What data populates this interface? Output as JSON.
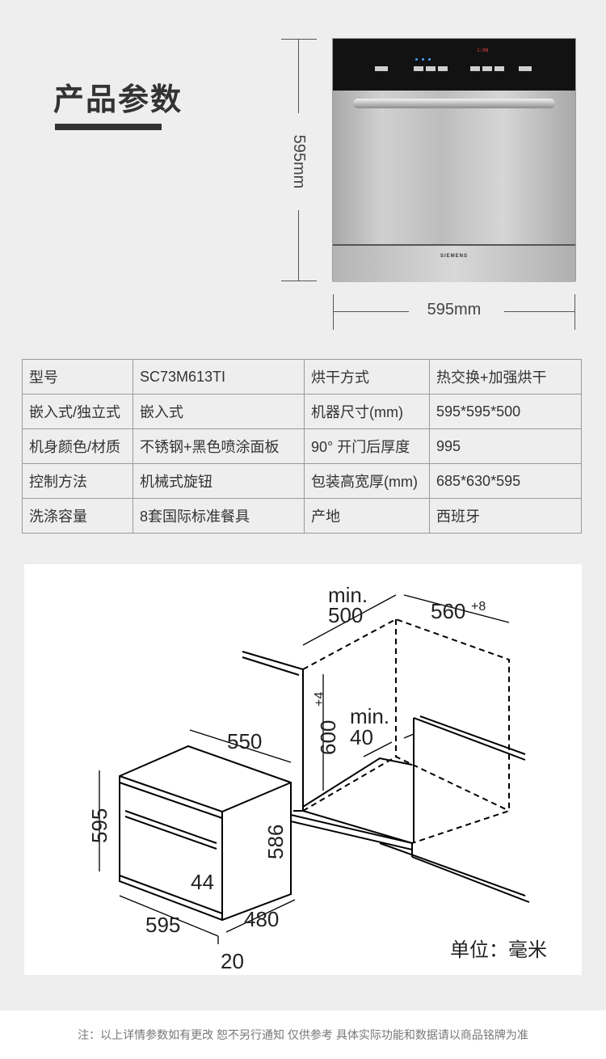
{
  "section_title": "产品参数",
  "dimensions": {
    "height": "595mm",
    "width": "595mm"
  },
  "appliance": {
    "brand": "SIEMENS",
    "display": "1:08"
  },
  "specs": [
    [
      "型号",
      "SC73M613TI",
      "烘干方式",
      "热交换+加强烘干"
    ],
    [
      "嵌入式/独立式",
      "嵌入式",
      "机器尺寸(mm)",
      "595*595*500"
    ],
    [
      "机身颜色/材质",
      "不锈钢+黑色喷涂面板",
      "90° 开门后厚度",
      "995"
    ],
    [
      "控制方法",
      "机械式旋钮",
      "包装高宽厚(mm)",
      "685*630*595"
    ],
    [
      "洗涤容量",
      "8套国际标准餐具",
      "产地",
      "西班牙"
    ]
  ],
  "diagram": {
    "min500": [
      "min.",
      "500"
    ],
    "w560": "560",
    "w560_sup": "+8",
    "h600": "600",
    "h600_sup": "+4",
    "min40": [
      "min.",
      "40"
    ],
    "d550": "550",
    "h595": "595",
    "h586": "586",
    "d44": "44",
    "w595": "595",
    "d480": "480",
    "d20": "20",
    "unit": "单位：毫米"
  },
  "footnote": "注：以上详情参数如有更改 恕不另行通知 仅供参考 具体实际功能和数据请以商品铭牌为准"
}
